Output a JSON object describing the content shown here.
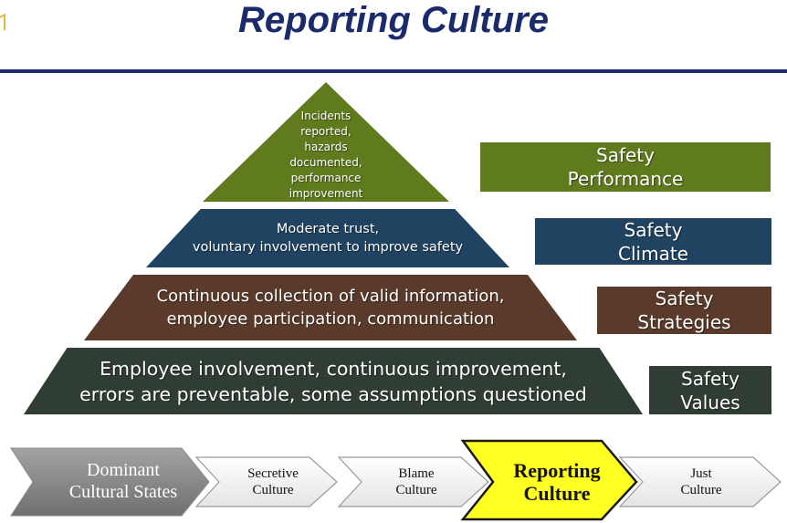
{
  "title": "Reporting Culture",
  "pyramid": {
    "apex_lines": [
      "Incidents",
      "reported,",
      "hazards",
      "documented,",
      "performance",
      "improvement"
    ],
    "tier2_lines": [
      "Moderate trust,",
      "voluntary involvement to improve safety"
    ],
    "tier3_lines": [
      "Continuous collection of valid information,",
      "employee participation, communication"
    ],
    "tier4_lines": [
      "Employee involvement, continuous improvement,",
      "errors are preventable, some assumptions questioned"
    ]
  },
  "labels": [
    {
      "lines": [
        "Safety",
        "Performance"
      ]
    },
    {
      "lines": [
        "Safety",
        "Climate"
      ]
    },
    {
      "lines": [
        "Safety",
        "Strategies"
      ]
    },
    {
      "lines": [
        "Safety",
        "Values"
      ]
    }
  ],
  "steps": [
    {
      "lines": [
        "Dominant",
        "Cultural States"
      ]
    },
    {
      "lines": [
        "Secretive",
        "Culture"
      ]
    },
    {
      "lines": [
        "Blame",
        "Culture"
      ]
    },
    {
      "lines": [
        "Reporting",
        "Culture"
      ]
    },
    {
      "lines": [
        "Just",
        "Culture"
      ]
    }
  ],
  "colors": {
    "title": "#1b2a6a",
    "apex": "#607a1e",
    "tier2": "#1f4361",
    "tier3": "#5a3b2b",
    "tier4": "#303d35",
    "highlight": "#ffff22"
  }
}
